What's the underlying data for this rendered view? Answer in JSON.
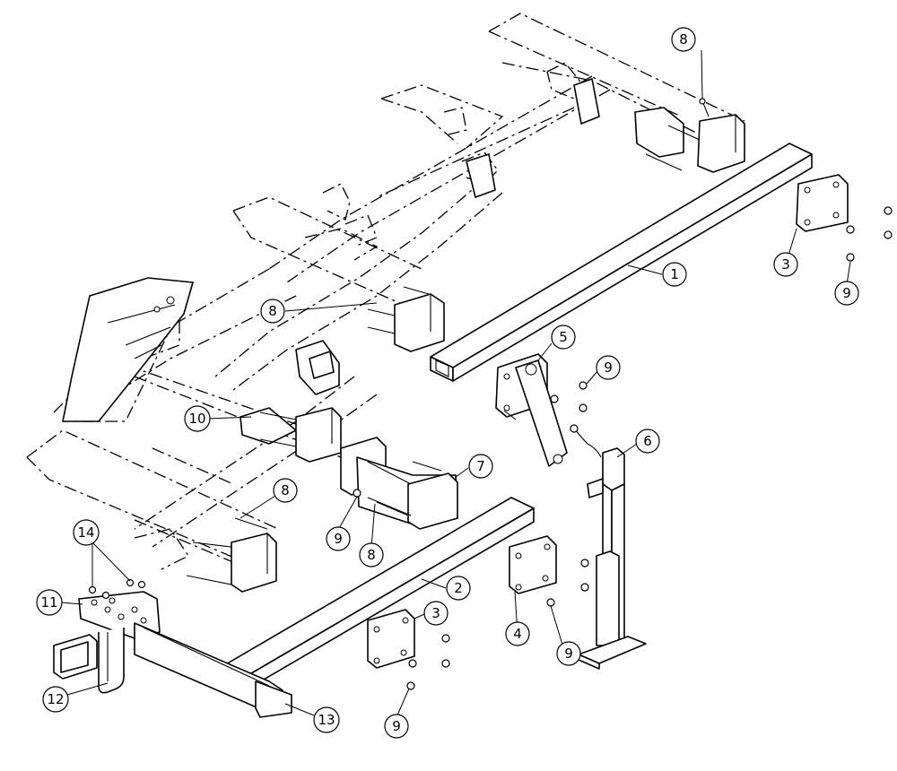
{
  "callouts": [
    {
      "id": "c1",
      "label": "1"
    },
    {
      "id": "c2",
      "label": "2"
    },
    {
      "id": "c3a",
      "label": "3"
    },
    {
      "id": "c3b",
      "label": "3"
    },
    {
      "id": "c4",
      "label": "4"
    },
    {
      "id": "c5",
      "label": "5"
    },
    {
      "id": "c6",
      "label": "6"
    },
    {
      "id": "c7",
      "label": "7"
    },
    {
      "id": "c8a",
      "label": "8"
    },
    {
      "id": "c8b",
      "label": "8"
    },
    {
      "id": "c8c",
      "label": "8"
    },
    {
      "id": "c8d",
      "label": "8"
    },
    {
      "id": "c9a",
      "label": "9"
    },
    {
      "id": "c9b",
      "label": "9"
    },
    {
      "id": "c9c",
      "label": "9"
    },
    {
      "id": "c9d",
      "label": "9"
    },
    {
      "id": "c9e",
      "label": "9"
    },
    {
      "id": "c10",
      "label": "10"
    },
    {
      "id": "c11",
      "label": "11"
    },
    {
      "id": "c12",
      "label": "12"
    },
    {
      "id": "c13",
      "label": "13"
    },
    {
      "id": "c14",
      "label": "14"
    }
  ]
}
